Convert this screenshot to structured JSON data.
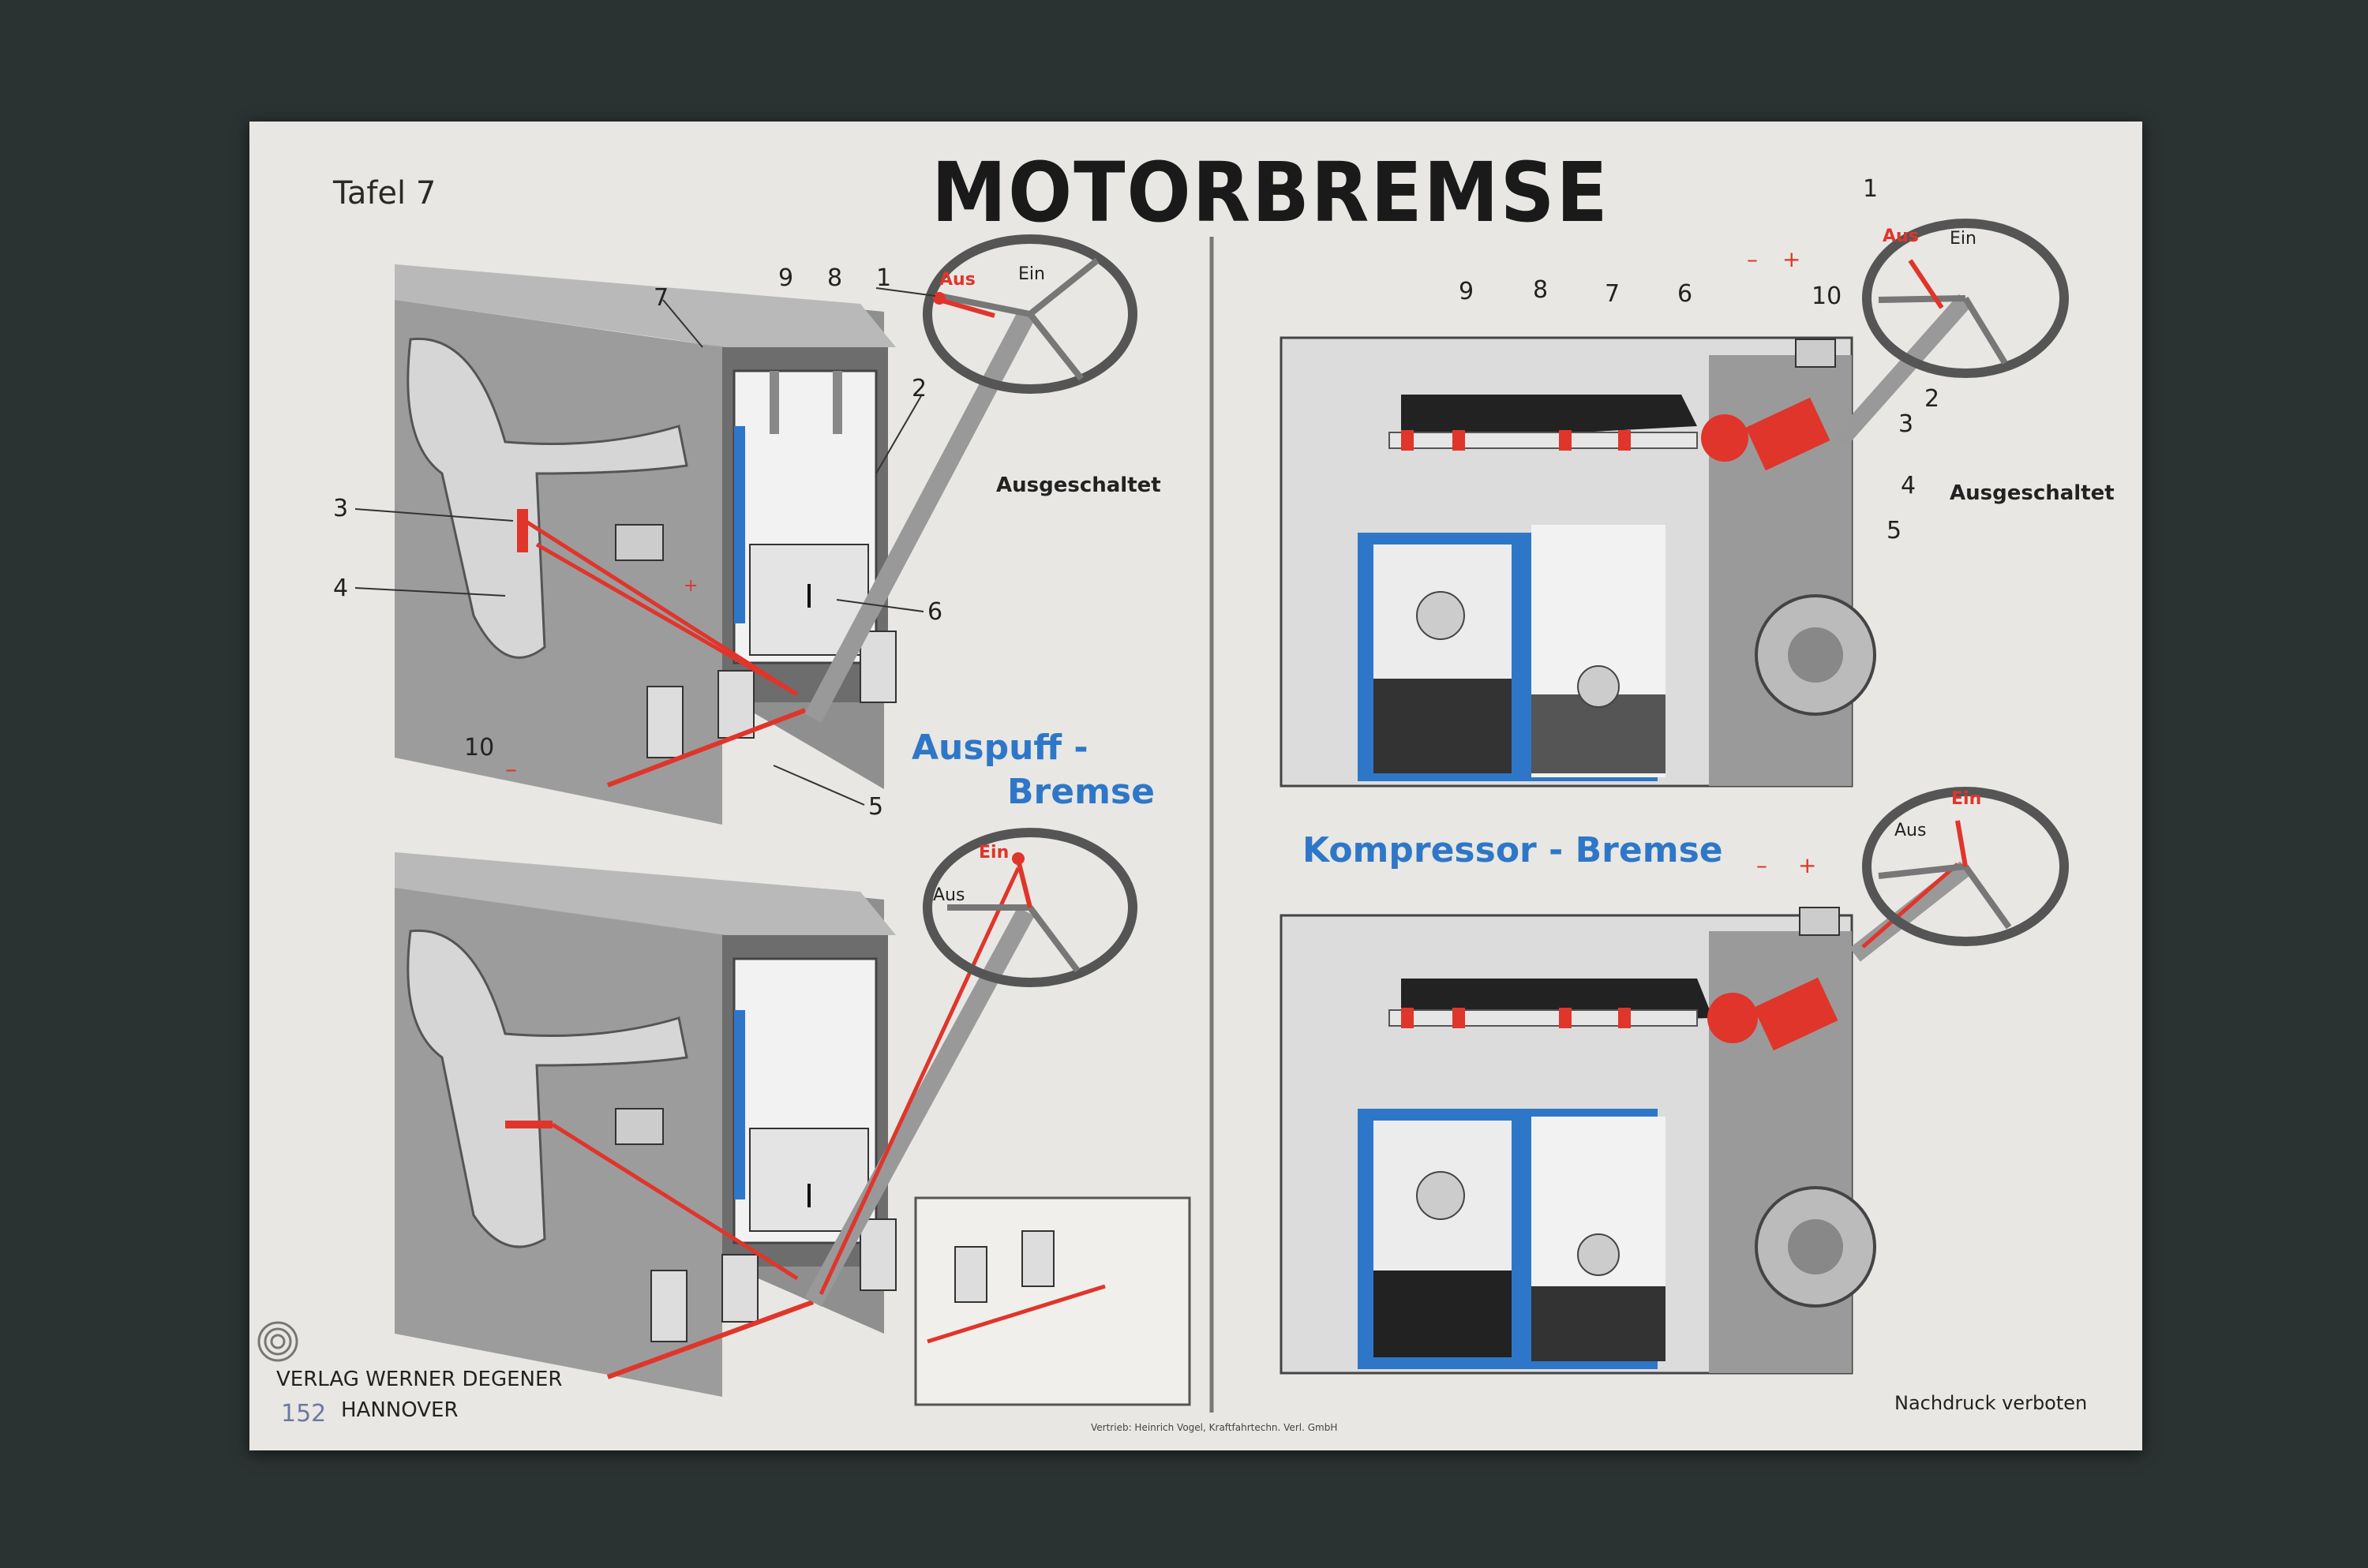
{
  "poster": {
    "title": "MOTORBREMSE",
    "plate": "Tafel 7",
    "publisher_line1": "VERLAG WERNER DEGENER",
    "publisher_line2": "HANNOVER",
    "footer_note": "Nachdruck verboten",
    "distribution": "Vertrieb: Heinrich Vogel, Kraftfahrtechn. Verl. GmbH",
    "stamp": "152"
  },
  "left_panel": {
    "heading_line1": "Auspuff -",
    "heading_line2": "Bremse",
    "status": "Ausgeschaltet",
    "switch_off": "Aus",
    "switch_on": "Ein",
    "numbers": [
      "1",
      "2",
      "3",
      "4",
      "5",
      "6",
      "7",
      "8",
      "9",
      "10"
    ],
    "minus": "–",
    "plus": "+"
  },
  "right_panel": {
    "heading": "Kompressor - Bremse",
    "status": "Ausgeschaltet",
    "switch_off": "Aus",
    "switch_on": "Ein",
    "numbers": [
      "1",
      "2",
      "3",
      "4",
      "5",
      "6",
      "7",
      "8",
      "9",
      "10"
    ],
    "minus": "–",
    "plus": "+"
  },
  "colors": {
    "red": "#e0352b",
    "blue": "#2e77c8",
    "paper": "#e8e7e3",
    "dark_gray": "#3a3a3a"
  }
}
